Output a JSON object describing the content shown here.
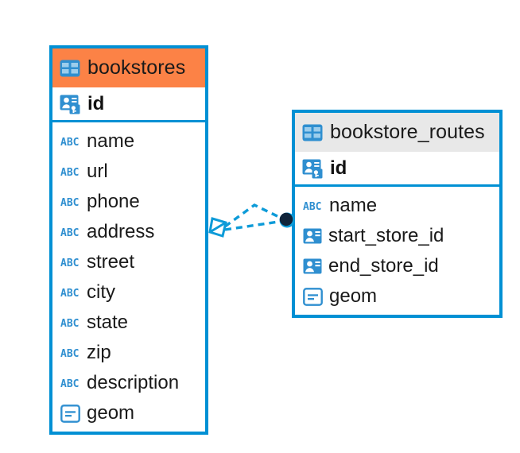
{
  "diagram": {
    "kind": "entity-relationship-diagram",
    "background": "#ffffff",
    "colors": {
      "border_blue": "#0090d4",
      "header_accent": "#fc8246",
      "header_neutral": "#e8e8e8",
      "icon_blue": "#2f8fd0",
      "connector_blue": "#0d9bd8",
      "endpoint_dark": "#10243a",
      "text": "#1a1a1a"
    },
    "entities": [
      {
        "id": "bookstores",
        "title": "bookstores",
        "header_style": "accent",
        "header_icon": "table-icon",
        "primary_key": {
          "name": "id",
          "icon": "primary-key-icon"
        },
        "columns": [
          {
            "name": "name",
            "icon": "text-type-icon"
          },
          {
            "name": "url",
            "icon": "text-type-icon"
          },
          {
            "name": "phone",
            "icon": "text-type-icon"
          },
          {
            "name": "address",
            "icon": "text-type-icon"
          },
          {
            "name": "street",
            "icon": "text-type-icon"
          },
          {
            "name": "city",
            "icon": "text-type-icon"
          },
          {
            "name": "state",
            "icon": "text-type-icon"
          },
          {
            "name": "zip",
            "icon": "text-type-icon"
          },
          {
            "name": "description",
            "icon": "text-type-icon"
          },
          {
            "name": "geom",
            "icon": "geometry-type-icon"
          }
        ]
      },
      {
        "id": "bookstore_routes",
        "title": "bookstore_routes",
        "header_style": "neutral",
        "header_icon": "table-icon",
        "primary_key": {
          "name": "id",
          "icon": "primary-key-icon"
        },
        "columns": [
          {
            "name": "name",
            "icon": "text-type-icon"
          },
          {
            "name": "start_store_id",
            "icon": "foreign-key-icon"
          },
          {
            "name": "end_store_id",
            "icon": "foreign-key-icon"
          },
          {
            "name": "geom",
            "icon": "geometry-type-icon"
          }
        ]
      }
    ],
    "relationship": {
      "from_entity": "bookstores",
      "to_entity": "bookstore_routes",
      "line_style": "dashed",
      "source_marker": "crows-foot-marker",
      "target_marker": "filled-circle-marker"
    }
  }
}
